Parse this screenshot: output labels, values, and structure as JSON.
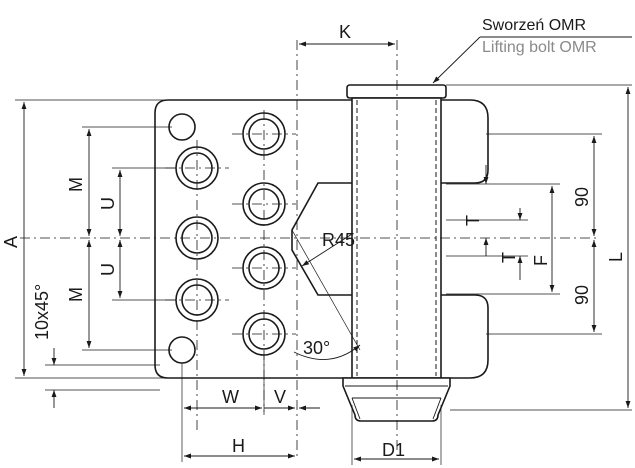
{
  "labels": {
    "title": "Sworzeń OMR",
    "subtitle": "Lifting bolt OMR",
    "A": "A",
    "K": "K",
    "L": "L",
    "M_upper": "M",
    "M_lower": "M",
    "U_upper": "U",
    "U_lower": "U",
    "chamfer": "10x45°",
    "T_upper": "T",
    "T_lower": "T",
    "F": "F",
    "ninety_upper": "90",
    "ninety_lower": "90",
    "radius": "R45",
    "angle": "30°",
    "W": "W",
    "V": "V",
    "H": "H",
    "D1": "D1"
  },
  "colors": {
    "line": "#1a1a1a",
    "subtitle": "#8a8a8a",
    "background": "#ffffff"
  }
}
